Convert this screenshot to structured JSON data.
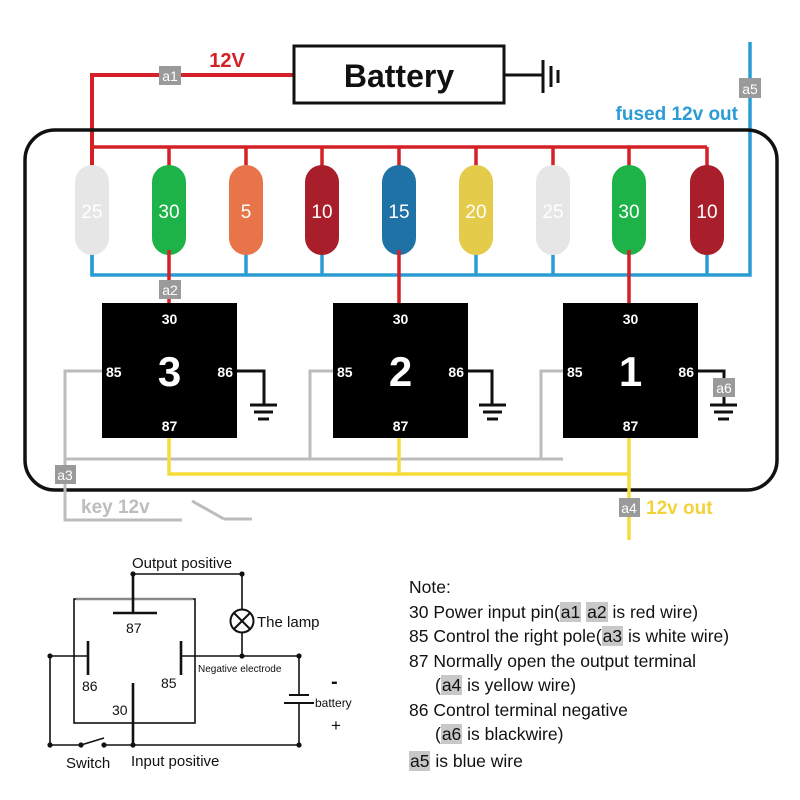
{
  "top": {
    "battery_label": "Battery",
    "supply_label": "12V",
    "fused_out_label": "fused 12v out",
    "key_label": "key 12v",
    "out_label": "12v out"
  },
  "tags": {
    "a1": "a1",
    "a2": "a2",
    "a3": "a3",
    "a4": "a4",
    "a5": "a5",
    "a6": "a6"
  },
  "colors": {
    "red_wire": "#d42027",
    "blue_wire": "#2b9bd6",
    "yellow_wire": "#f5dc3a",
    "gray_wire": "#bcbcbc",
    "tag_bg": "#9a9a9a",
    "fused_text": "#2b9bd6",
    "out_text": "#f3d23a",
    "key_text": "#bdbdbd"
  },
  "fuses": [
    {
      "rating": "25",
      "color": "#e6e6e6"
    },
    {
      "rating": "30",
      "color": "#1db349"
    },
    {
      "rating": "5",
      "color": "#e8754a"
    },
    {
      "rating": "10",
      "color": "#a81f2b"
    },
    {
      "rating": "15",
      "color": "#1f72a6"
    },
    {
      "rating": "20",
      "color": "#e5cb4a"
    },
    {
      "rating": "25",
      "color": "#e6e6e6"
    },
    {
      "rating": "30",
      "color": "#1db349"
    },
    {
      "rating": "10",
      "color": "#a81f2b"
    }
  ],
  "relays": [
    {
      "number": "3",
      "pin_top": "30",
      "pin_left": "85",
      "pin_right": "86",
      "pin_bottom": "87"
    },
    {
      "number": "2",
      "pin_top": "30",
      "pin_left": "85",
      "pin_right": "86",
      "pin_bottom": "87"
    },
    {
      "number": "1",
      "pin_top": "30",
      "pin_left": "85",
      "pin_right": "86",
      "pin_bottom": "87"
    }
  ],
  "schematic": {
    "output_positive": "Output positive",
    "lamp": "The lamp",
    "negative_electrode": "Negative electrode",
    "minus": "-",
    "battery": "battery",
    "plus": "+",
    "switch": "Switch",
    "input_positive": "Input positive",
    "pin87": "87",
    "pin86": "86",
    "pin85": "85",
    "pin30": "30"
  },
  "notes": {
    "title": "Note:",
    "line1_pre": "30 Power input pin(",
    "line1_tag1": "a1",
    "line1_tag2": "a2",
    "line1_post": " is red wire)",
    "line2_pre": "85 Control the right pole(",
    "line2_tag": "a3",
    "line2_post": " is white wire)",
    "line3": "87 Normally open the output terminal",
    "line4_pre": "(",
    "line4_tag": "a4",
    "line4_post": " is yellow wire)",
    "line5": "86 Control terminal negative",
    "line6_pre": "(",
    "line6_tag": "a6",
    "line6_post": " is blackwire)",
    "line7_tag": "a5",
    "line7_post": " is blue wire"
  }
}
